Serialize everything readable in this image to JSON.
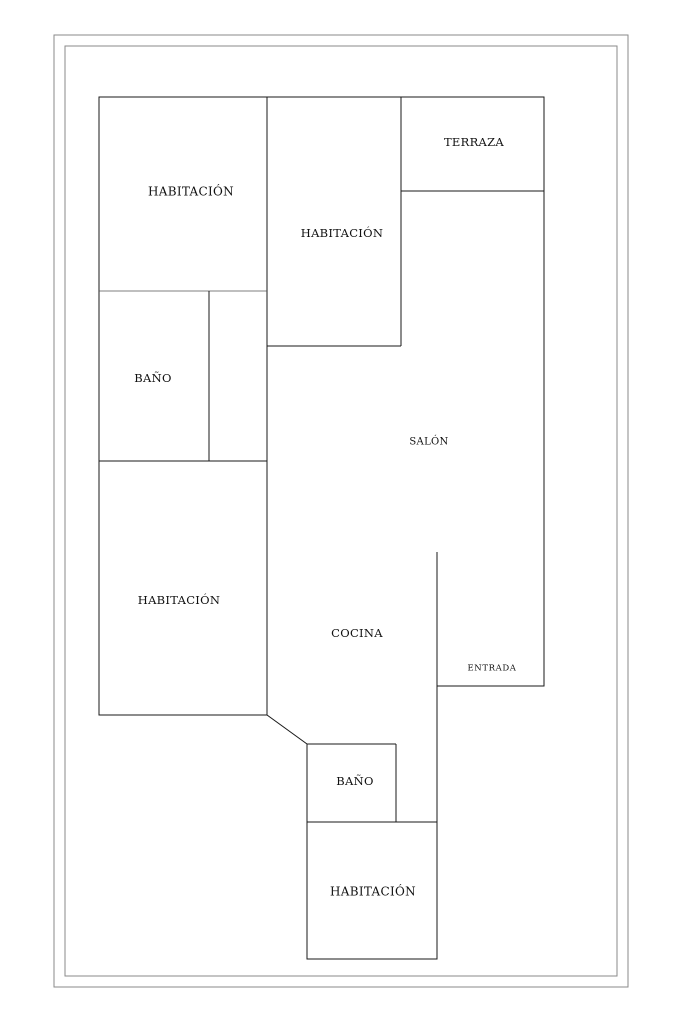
{
  "rooms": {
    "habitacion_top_left": "HABITACIÓN",
    "habitacion_top_mid": "HABITACIÓN",
    "terraza": "TERRAZA",
    "bano_left": "BAÑO",
    "salon": "SALÓN",
    "habitacion_left": "HABITACIÓN",
    "cocina": "COCINA",
    "entrada": "ENTRADA",
    "bano_bottom": "BAÑO",
    "habitacion_bottom": "HABITACIÓN"
  }
}
